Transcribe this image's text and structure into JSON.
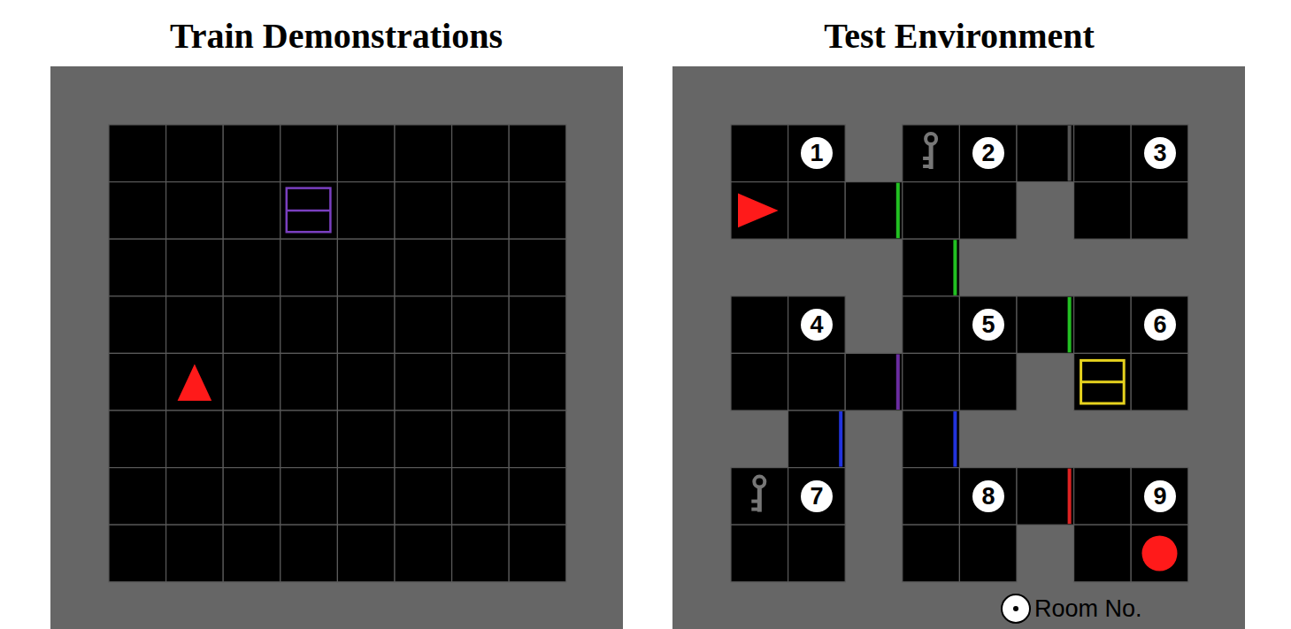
{
  "diagram": {
    "nodes": [
      {
        "text": [
          "1"
        ]
      },
      {
        "text": [
          "2"
        ]
      },
      {
        "text": [
          "3"
        ]
      },
      {
        "text": [
          "4"
        ]
      },
      {
        "text": [
          "5"
        ]
      },
      {
        "text": [
          "6"
        ]
      },
      {
        "text": [
          "7"
        ]
      },
      {
        "text": [
          "8"
        ]
      },
      {
        "text": [
          "9"
        ]
      }
    ],
    "labels": [
      "Train Demonstrations",
      "Test Environment"
    ],
    "legend": [
      {
        "text": "Room No."
      }
    ]
  }
}
